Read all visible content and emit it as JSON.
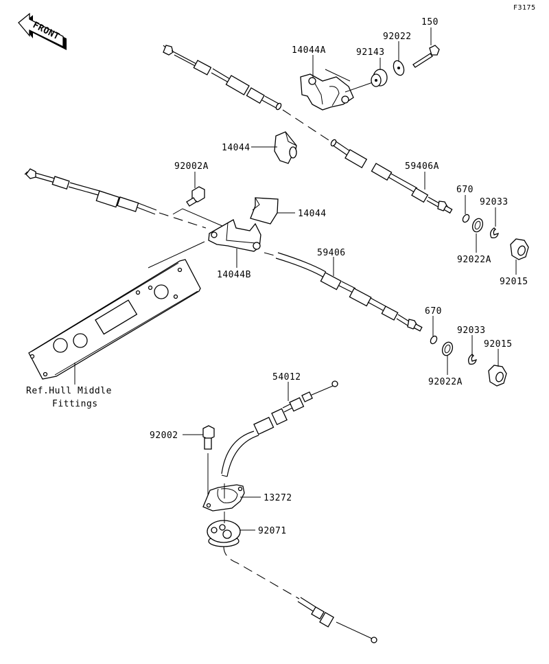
{
  "figure_id": "F3175",
  "front_indicator": "FRONT",
  "reference_note": {
    "line1": "Ref.Hull Middle",
    "line2": "Fittings"
  },
  "callouts": [
    {
      "id": "c-150",
      "label": "150"
    },
    {
      "id": "c-92022",
      "label": "92022"
    },
    {
      "id": "c-92143",
      "label": "92143"
    },
    {
      "id": "c-14044A",
      "label": "14044A"
    },
    {
      "id": "c-14044-top",
      "label": "14044"
    },
    {
      "id": "c-92002A",
      "label": "92002A"
    },
    {
      "id": "c-59406A",
      "label": "59406A"
    },
    {
      "id": "c-670-top",
      "label": "670"
    },
    {
      "id": "c-92033-top",
      "label": "92033"
    },
    {
      "id": "c-92022A-top",
      "label": "92022A"
    },
    {
      "id": "c-92015-top",
      "label": "92015"
    },
    {
      "id": "c-14044-mid",
      "label": "14044"
    },
    {
      "id": "c-14044B",
      "label": "14044B"
    },
    {
      "id": "c-59406",
      "label": "59406"
    },
    {
      "id": "c-670-bot",
      "label": "670"
    },
    {
      "id": "c-92033-bot",
      "label": "92033"
    },
    {
      "id": "c-92015-bot",
      "label": "92015"
    },
    {
      "id": "c-92022A-bot",
      "label": "92022A"
    },
    {
      "id": "c-54012",
      "label": "54012"
    },
    {
      "id": "c-92002",
      "label": "92002"
    },
    {
      "id": "c-13272",
      "label": "13272"
    },
    {
      "id": "c-92071",
      "label": "92071"
    }
  ]
}
